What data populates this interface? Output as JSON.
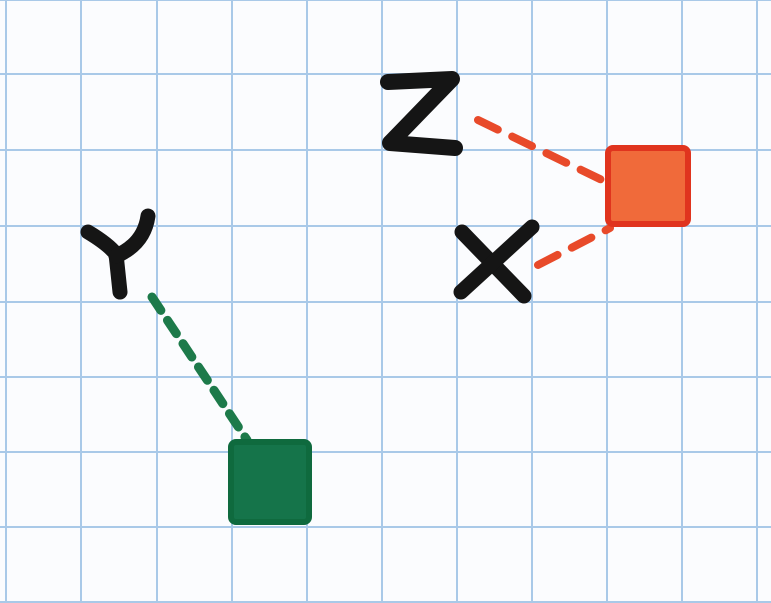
{
  "diagram": {
    "labels": {
      "z": "Z",
      "x": "X",
      "y": "Y"
    },
    "colors": {
      "paper": "#fbfcfe",
      "grid": "#a9c9e8",
      "ink": "#151515",
      "red_square_fill": "#f06a3a",
      "red_square_border": "#e0341e",
      "red_line": "#e84a2a",
      "green_square_fill": "#15744a",
      "green_square_border": "#0f6a3e",
      "green_line": "#1d7a4a"
    },
    "connections": [
      {
        "from": "z",
        "to": "red-square",
        "style": "dashed",
        "color": "red"
      },
      {
        "from": "x",
        "to": "red-square",
        "style": "dashed",
        "color": "red"
      },
      {
        "from": "y",
        "to": "green-square",
        "style": "dashed",
        "color": "green"
      }
    ]
  }
}
